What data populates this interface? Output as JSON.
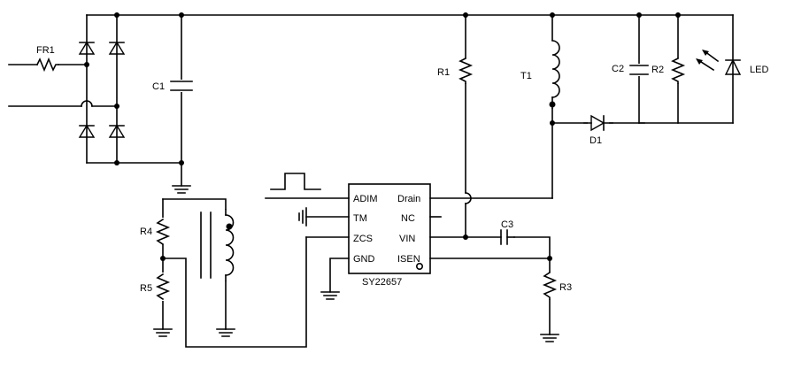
{
  "labels": {
    "fr1": "FR1",
    "c1": "C1",
    "r1": "R1",
    "t1": "T1",
    "c2": "C2",
    "r2": "R2",
    "led": "LED",
    "d1": "D1",
    "r4": "R4",
    "r5": "R5",
    "c3": "C3",
    "r3": "R3"
  },
  "ic": {
    "part": "SY22657",
    "pins_left": [
      "ADIM",
      "TM",
      "ZCS",
      "GND"
    ],
    "pins_right": [
      "Drain",
      "NC",
      "VIN",
      "ISEN"
    ]
  }
}
